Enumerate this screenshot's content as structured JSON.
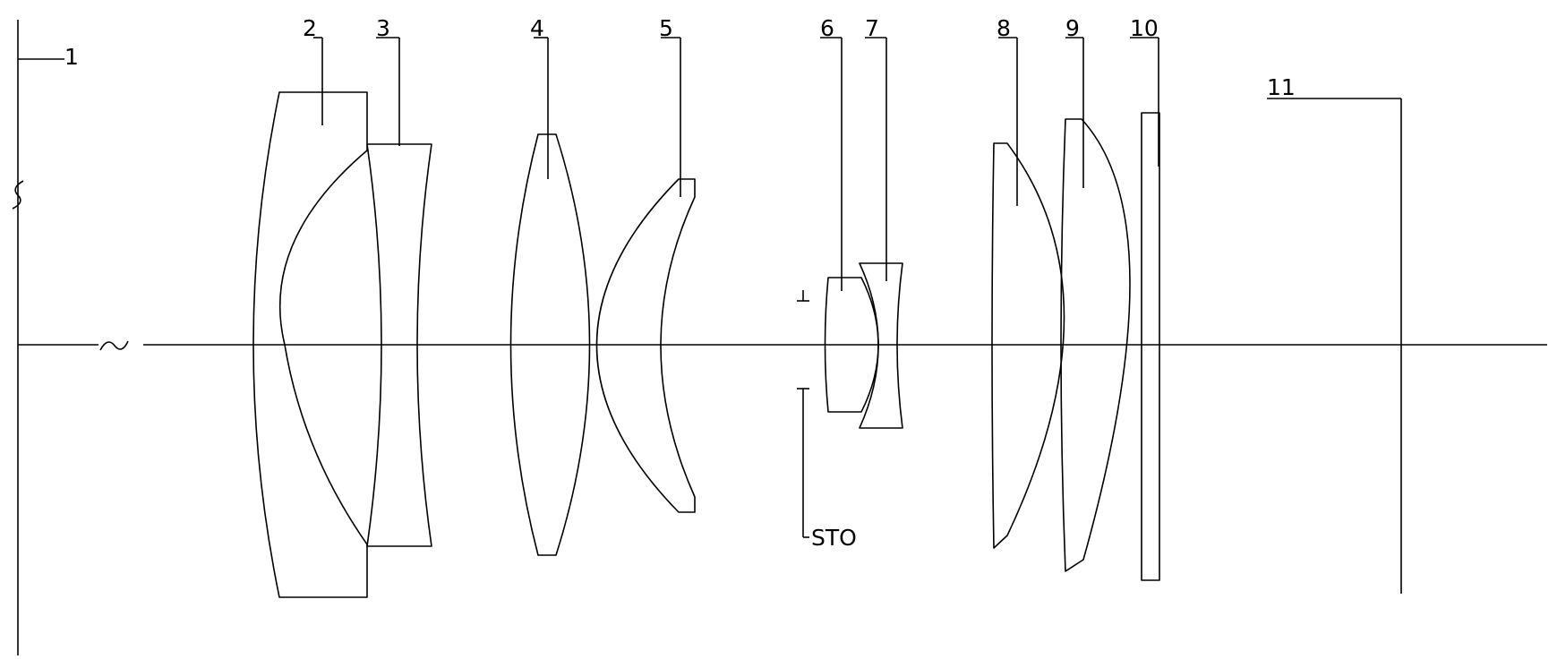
{
  "labels": {
    "object": "1",
    "lens_2": "2",
    "lens_3": "3",
    "lens_4": "4",
    "lens_5": "5",
    "lens_6": "6",
    "lens_7": "7",
    "lens_8": "8",
    "lens_9": "9",
    "filter_10": "10",
    "image_11": "11",
    "stop": "STO"
  },
  "colors": {
    "line": "#000000",
    "background": "#ffffff"
  }
}
